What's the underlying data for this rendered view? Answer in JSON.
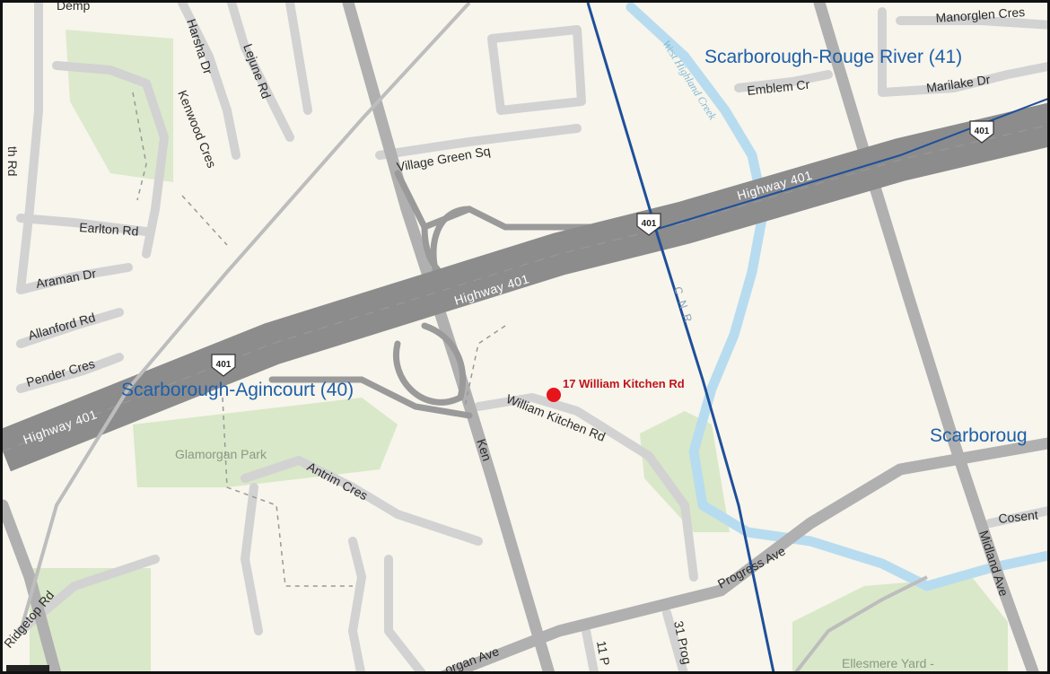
{
  "map": {
    "ridings": {
      "rouge_river": "Scarborough-Rouge River (41)",
      "agincourt": "Scarborough-Agincourt (40)",
      "third_partial": "Scarboroug"
    },
    "marker": {
      "label": "17 William Kitchen Rd",
      "color": "#e8141c"
    },
    "highway": {
      "name": "Highway 401",
      "shield": "401"
    },
    "streets": {
      "manorglen": "Manorglen Cres",
      "marilake": "Marilake Dr",
      "emblem": "Emblem Cr",
      "village_green": "Village Green Sq",
      "harsha": "Harsha Dr",
      "lejune": "Lejune Rd",
      "kenwood": "Kenwood Cres",
      "earlton": "Earlton Rd",
      "araman": "Araman Dr",
      "allanford": "Allanford Rd",
      "pender": "Pender Cres",
      "william_kitchen": "William Kitchen Rd",
      "ken": "Ken",
      "antrim": "Antrim Cres",
      "progress": "Progress Ave",
      "midland": "Midland Ave",
      "cosent": "Cosent",
      "ridgetop": "Ridgetop Rd",
      "morgan": "organ Ave",
      "eleven_p": "11 P",
      "thirtyone_prog": "31 Prog",
      "ath_rd": "th Rd",
      "demp": "Demp"
    },
    "water": {
      "creek": "West Highland Creek"
    },
    "rail": {
      "cnr": "C N R"
    },
    "park": {
      "glamorgan": "Glamorgan Park"
    },
    "yard": {
      "ellesmere": "Ellesmere Yard -"
    },
    "colors": {
      "background": "#f7f5ec",
      "highway": "#8c8c8c",
      "road_major": "#b5b5b5",
      "road_minor": "#d8d8d8",
      "park": "#d9e8c8",
      "water": "#b8dcef",
      "boundary": "#1f4f9a",
      "riding_text": "#1f5fa8"
    }
  }
}
